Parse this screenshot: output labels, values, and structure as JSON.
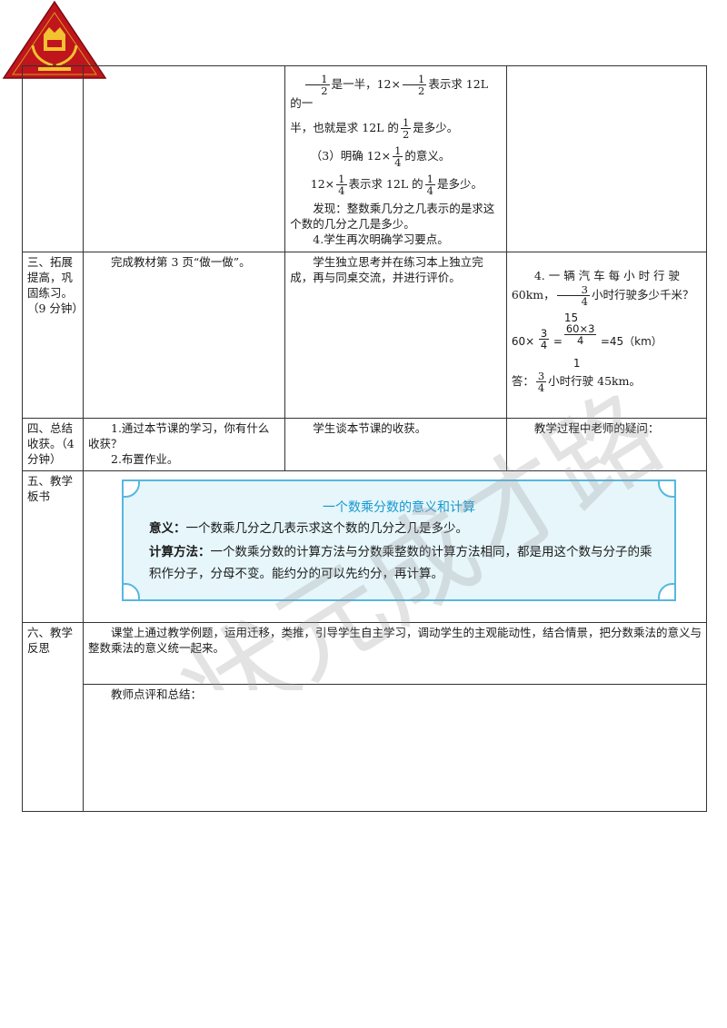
{
  "logo": {
    "icon": "crest-logo-icon",
    "colors": {
      "triangle": "#c0151c",
      "trim": "#d4a017"
    }
  },
  "watermark": {
    "text": "状元成才路"
  },
  "rows": [
    {
      "col1": "",
      "col2": "",
      "col3": {
        "line1_a": "1",
        "line1_b": "2",
        "line1_text1": "是一半，12×",
        "line1_text2": "表示求 12L 的一",
        "line2_text1": "半，也就是求 12L 的",
        "line2_text2": "是多少。",
        "line3_text1": "（3）明确 12×",
        "line3_text2": "的意义。",
        "quarter_num": "1",
        "quarter_den": "4",
        "line4_text1": "12×",
        "line4_text2": "表示求 12L 的",
        "line4_text3": "是多少。",
        "line5": "发现：整数乘几分之几表示的是求这个数的几分之几是多少。",
        "line6": "4.学生再次明确学习要点。"
      },
      "col4": ""
    },
    {
      "col1": "三、拓展提高，巩固练习。（9 分钟）",
      "col2": "完成教材第 3 页“做一做”。",
      "col3": "学生独立思考并在练习本上独立完成，再与同桌交流，并进行评价。",
      "col4": {
        "q_text1": "4. 一 辆 汽 车 每 小 时 行 驶 60km，",
        "q_text2": "小时行驶多少千米？",
        "calc_60": "60×",
        "calc_15": "15",
        "calc_num": "60×3",
        "calc_den": "4",
        "calc_1": "1",
        "calc_result": "=45（km）",
        "ans_text1": "答：",
        "ans_text2": "小时行驶 45km。",
        "frac_num": "3",
        "frac_den": "4"
      }
    },
    {
      "col1": "四、总结收获。（4 分钟）",
      "col2_a": "1.通过本节课的学习，你有什么收获？",
      "col2_b": "2.布置作业。",
      "col3": "学生谈本节课的收获。",
      "col4": "教学过程中老师的疑问："
    },
    {
      "col1": "五、教学板书",
      "board": {
        "title": "一个数乘分数的意义和计算",
        "meaning_label": "意义：",
        "meaning_text": "一个数乘几分之几表示求这个数的几分之几是多少。",
        "method_label": "计算方法：",
        "method_text": "一个数乘分数的计算方法与分数乘整数的计算方法相同，都是用这个数与分子的乘积作分子，分母不变。能约分的可以先约分，再计算。"
      }
    },
    {
      "col1": "六、教学反思",
      "text": "课堂上通过教学例题，运用迁移，类推，引导学生自主学习，调动学生的主观能动性，结合情景，把分数乘法的意义与整数乘法的意义统一起来。",
      "comment": "教师点评和总结："
    }
  ]
}
